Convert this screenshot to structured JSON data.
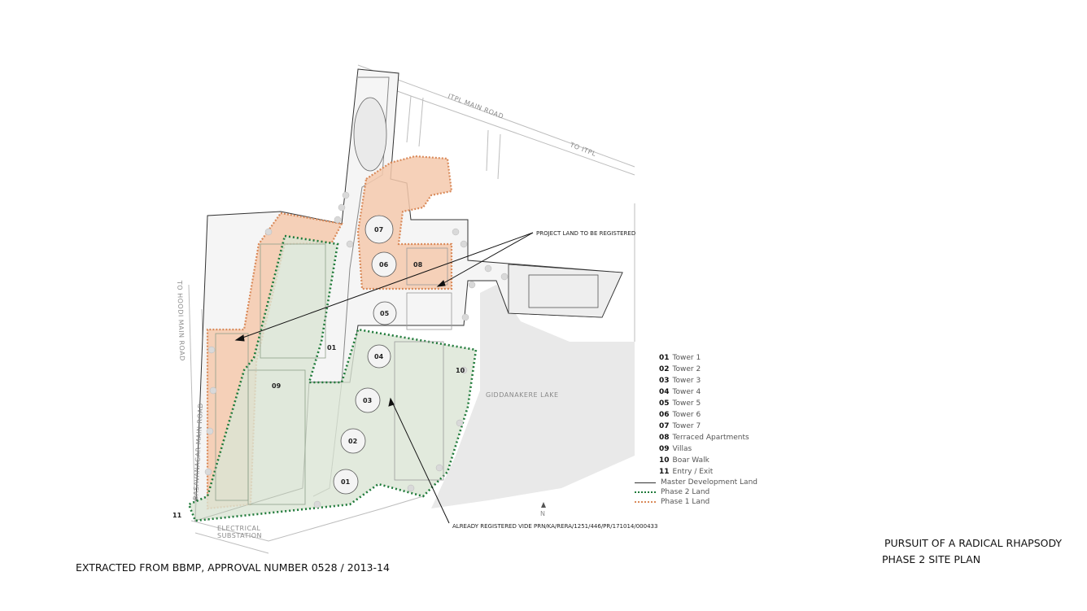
{
  "roads": {
    "itpl_main_road": "ITPL MAIN ROAD",
    "to_itpl": "TO ITPL",
    "to_hoodi": "TO HOODI MAIN ROAD",
    "basavanagar": "BASAVANAGAR MAIN ROAD",
    "lake": "GIDDANAKERE LAKE",
    "substation": "ELECTRICAL\nSUBSTATION",
    "north": "N"
  },
  "buildings": {
    "t1": "01",
    "t2": "02",
    "t3": "03",
    "t4": "04",
    "t5": "05",
    "t6": "06",
    "t7": "07",
    "t8": "08",
    "t9": "09",
    "t10": "10",
    "t11": "11",
    "road01": "01"
  },
  "callouts": {
    "project_land": "PROJECT LAND TO BE REGISTERED",
    "registered": "ALREADY REGISTERED VIDE PRN/KA/RERA/1251/446/PR/171014/000433"
  },
  "legend": {
    "items": [
      {
        "num": "01",
        "label": "Tower 1"
      },
      {
        "num": "02",
        "label": "Tower 2"
      },
      {
        "num": "03",
        "label": "Tower 3"
      },
      {
        "num": "04",
        "label": "Tower 4"
      },
      {
        "num": "05",
        "label": "Tower 5"
      },
      {
        "num": "06",
        "label": "Tower 6"
      },
      {
        "num": "07",
        "label": "Tower 7"
      },
      {
        "num": "08",
        "label": "Terraced Apartments"
      },
      {
        "num": "09",
        "label": "Villas"
      },
      {
        "num": "10",
        "label": "Boar Walk"
      },
      {
        "num": "11",
        "label": "Entry / Exit"
      }
    ],
    "lines": [
      {
        "style": "solid",
        "label": "Master Development Land"
      },
      {
        "style": "green",
        "label": "Phase 2 Land"
      },
      {
        "style": "orange",
        "label": "Phase 1 Land"
      }
    ]
  },
  "captions": {
    "extracted": "EXTRACTED FROM BBMP, APPROVAL NUMBER 0528 / 2013-14",
    "title_line1": "PURSUIT OF A RADICAL RHAPSODY",
    "title_line2": "PHASE 2 SITE PLAN"
  },
  "colors": {
    "phase1_fill": "#f4c9ad",
    "phase1_border": "#d98a5a",
    "phase2_fill": "#dbe5d4",
    "phase2_border": "#1f7a3a",
    "master_line": "#333333",
    "lake": "#e8e8e8"
  }
}
